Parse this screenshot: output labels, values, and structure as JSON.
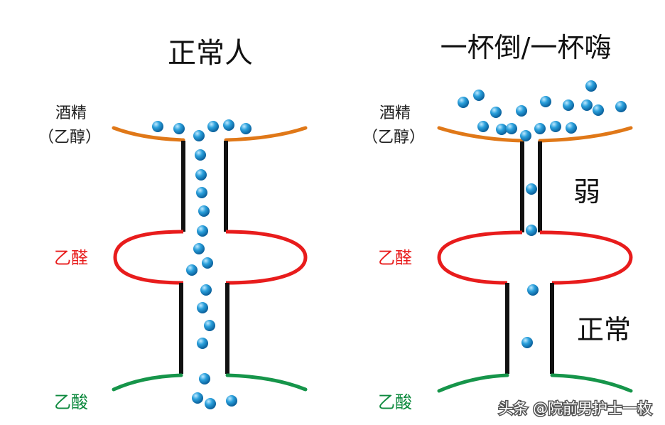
{
  "left": {
    "title": "正常人",
    "label_alcohol_line1": "酒精",
    "label_alcohol_line2": "（乙醇）",
    "label_aldehyde": "乙醛",
    "label_acid": "乙酸"
  },
  "right": {
    "title": "一杯倒/一杯嗨",
    "label_alcohol_line1": "酒精",
    "label_alcohol_line2": "（乙醇）",
    "label_aldehyde": "乙醛",
    "label_acid": "乙酸",
    "label_weak": "弱",
    "label_normal": "正常"
  },
  "watermark": "头条 @院前男护士一枚",
  "colors": {
    "alcohol_curve": "#e07818",
    "aldehyde_ring": "#e81c1c",
    "acid_curve": "#16954a",
    "tube_wall": "#111111",
    "molecule": "#2aa0dc"
  }
}
